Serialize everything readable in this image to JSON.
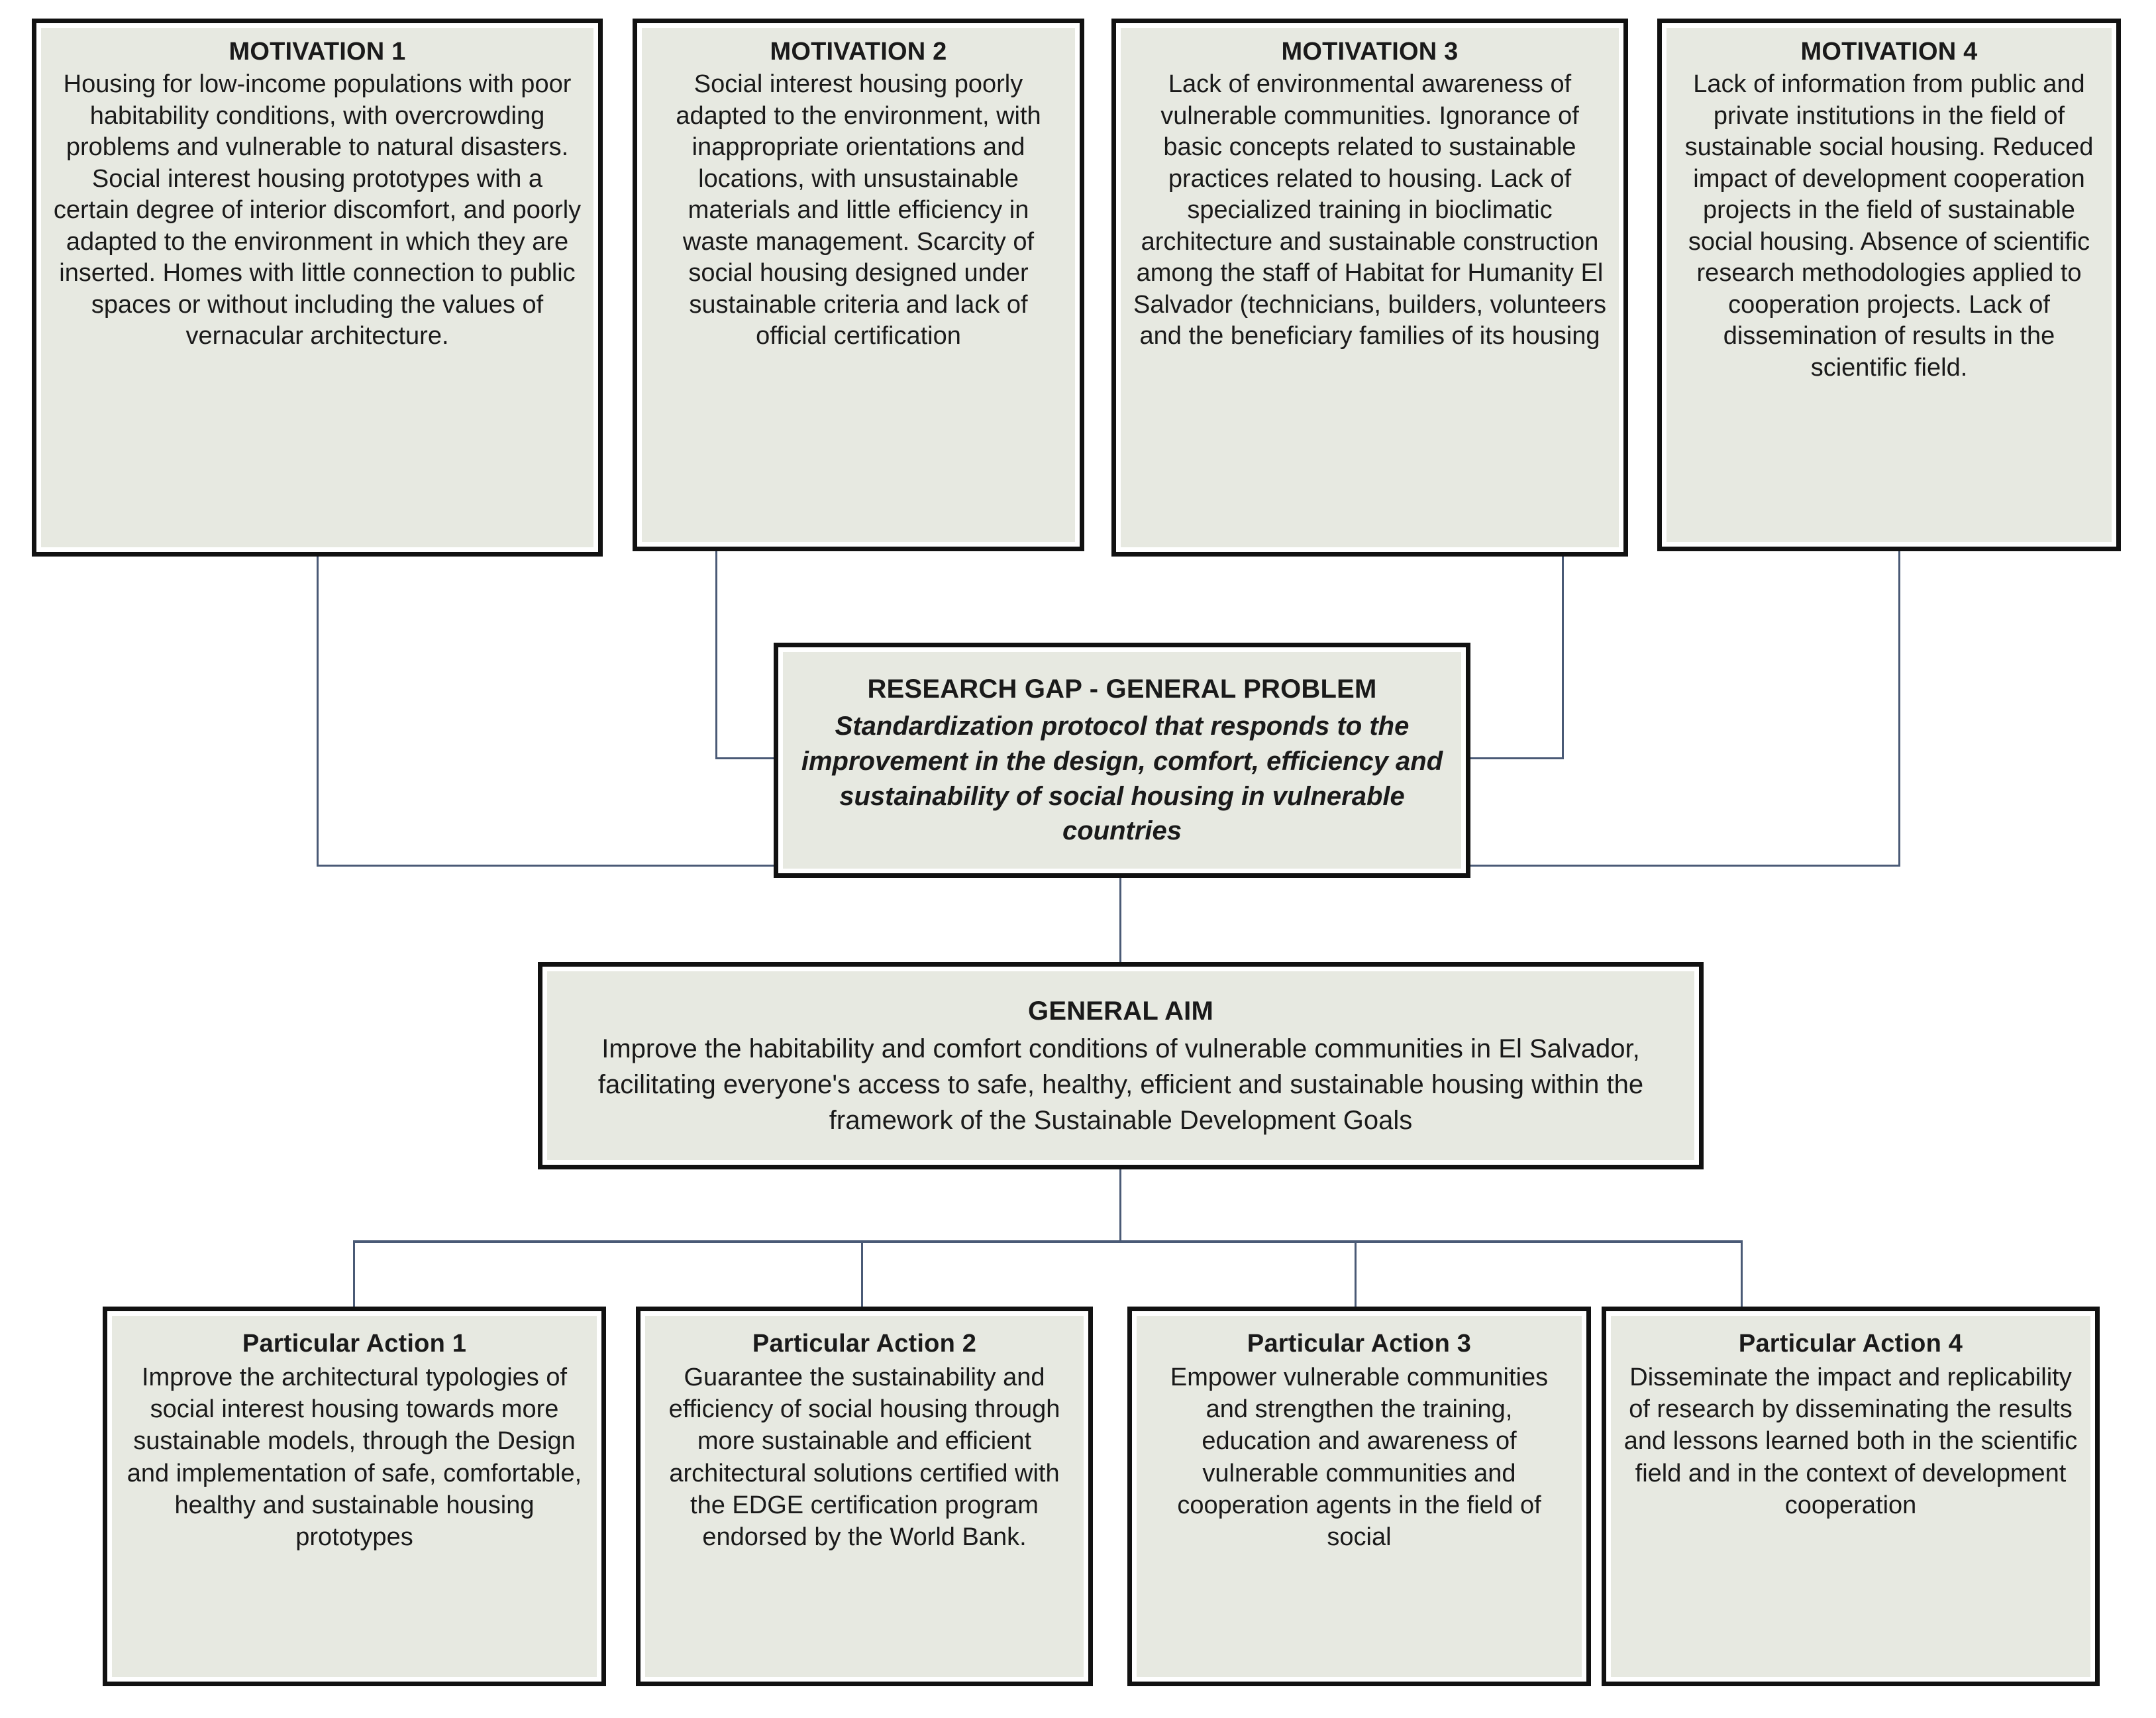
{
  "diagram": {
    "accent_line_color": "#4a5a76",
    "box_fill_color": "#e7e9e1",
    "box_border_color": "#111111"
  },
  "motivations": [
    {
      "title": "MOTIVATION 1",
      "text": "Housing for low-income populations with poor habitability conditions, with overcrowding problems and vulnerable to natural disasters. Social interest housing prototypes with a certain degree of interior discomfort, and poorly adapted to the environment in which they are inserted. Homes with little connection to public spaces or without including the values of vernacular architecture."
    },
    {
      "title": "MOTIVATION 2",
      "text": "Social interest housing poorly adapted to the environment, with inappropriate orientations and locations, with unsustainable materials and little efficiency in waste management. Scarcity of social housing designed under sustainable criteria and lack of official certification"
    },
    {
      "title": "MOTIVATION 3",
      "text": "Lack of environmental awareness of vulnerable communities. Ignorance of basic concepts related to sustainable practices related to housing. Lack of specialized training in bioclimatic architecture and sustainable construction among the staff of Habitat for Humanity El Salvador (technicians, builders, volunteers and the beneficiary families of its housing"
    },
    {
      "title": "MOTIVATION 4",
      "text": "Lack of information from public and private institutions  in the field of sustainable social housing. Reduced impact of development cooperation projects in the field of sustainable social housing. Absence of scientific research methodologies applied to cooperation projects. Lack of dissemination of results in the scientific field."
    }
  ],
  "research_gap": {
    "title": "RESEARCH GAP - GENERAL PROBLEM",
    "text": "Standardization protocol that responds to the improvement in the design, comfort, efficiency and sustainability of social housing in vulnerable countries"
  },
  "general_aim": {
    "title": "GENERAL AIM",
    "text": "Improve the habitability and comfort conditions of vulnerable communities in El Salvador, facilitating everyone's access to safe, healthy, efficient and sustainable housing within the framework of the Sustainable Development Goals"
  },
  "particular_actions": [
    {
      "title": "Particular Action 1",
      "text": "Improve the architectural typologies of social interest housing towards more sustainable models, through the Design and implementation of safe, comfortable, healthy and sustainable housing prototypes"
    },
    {
      "title": "Particular Action 2",
      "text": "Guarantee the sustainability and efficiency of social housing through more sustainable and efficient architectural solutions certified with the EDGE certification program endorsed by the World Bank."
    },
    {
      "title": "Particular Action 3",
      "text": "Empower vulnerable communities and strengthen the training, education and awareness of vulnerable communities and cooperation agents in the field of social"
    },
    {
      "title": "Particular Action 4",
      "text": "Disseminate the impact and replicability of research by disseminating the results and lessons learned both in the scientific field and in the context of development cooperation"
    }
  ]
}
